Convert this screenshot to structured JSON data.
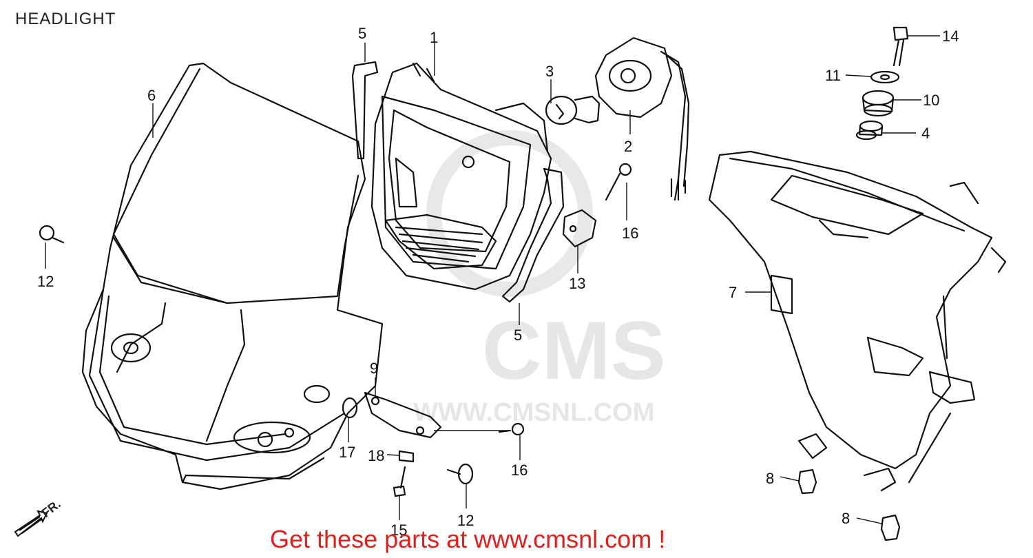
{
  "title": "HEADLIGHT",
  "watermark": {
    "brand": "CMS",
    "url": "WWW.CMSNL.COM"
  },
  "direction_marker": "FR.",
  "promo_text": "Get these parts at www.cmsnl.com !",
  "part_labels": [
    "1",
    "2",
    "3",
    "4",
    "5",
    "5",
    "6",
    "7",
    "8",
    "8",
    "9",
    "10",
    "11",
    "12",
    "12",
    "13",
    "14",
    "15",
    "16",
    "16",
    "17",
    "18"
  ],
  "colors": {
    "promo": "#e0201b",
    "line": "#111111",
    "watermark": "#e6e6e6"
  }
}
